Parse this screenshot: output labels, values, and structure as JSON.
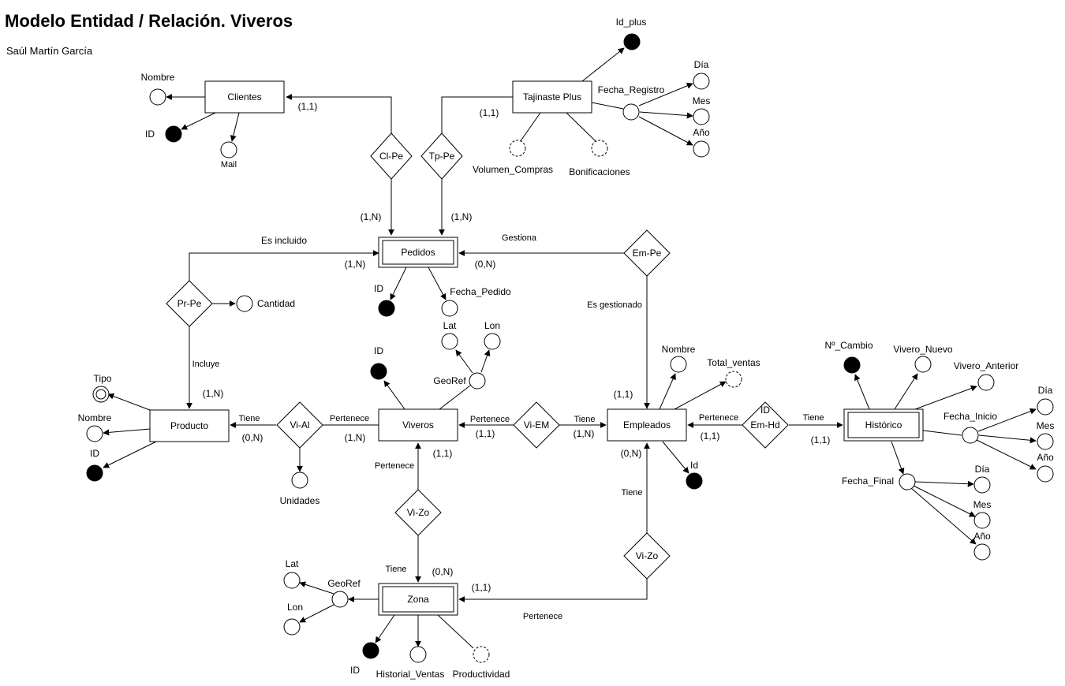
{
  "header": {
    "title": "Modelo Entidad / Relación. Viveros",
    "author": "Saúl Martín García"
  },
  "entities": {
    "clientes": "Clientes",
    "tajinaste": "Tajinaste Plus",
    "pedidos": "Pedidos",
    "producto": "Producto",
    "viveros": "Viveros",
    "empleados": "Empleados",
    "historico": "Histórico",
    "zona": "Zona"
  },
  "relationships": {
    "cl_pe": "Cl-Pe",
    "tp_pe": "Tp-Pe",
    "pr_pe": "Pr-Pe",
    "em_pe": "Em-Pe",
    "vi_al": "Vi-Al",
    "vi_em": "Vi-EM",
    "em_hd": "Em-Hd",
    "vi_zo_a": "Vi-Zo",
    "vi_zo_b": "Vi-Zo"
  },
  "attributes": {
    "clientes_nombre": "Nombre",
    "clientes_id": "ID",
    "clientes_mail": "Mail",
    "tp_id_plus": "Id_plus",
    "tp_fecha_registro": "Fecha_Registro",
    "tp_dia": "Día",
    "tp_mes": "Mes",
    "tp_anio": "Año",
    "tp_volumen": "Volumen_Compras",
    "tp_bonificaciones": "Bonificaciones",
    "pedidos_id": "ID",
    "pedidos_fecha": "Fecha_Pedido",
    "prpe_cantidad": "Cantidad",
    "producto_tipo": "Tipo",
    "producto_nombre": "Nombre",
    "producto_id": "ID",
    "vial_unidades": "Unidades",
    "viveros_id": "ID",
    "viveros_georef": "GeoRef",
    "viveros_lat": "Lat",
    "viveros_lon": "Lon",
    "emp_nombre": "Nombre",
    "emp_total_ventas": "Total_ventas",
    "emp_id": "Id",
    "emhd_id": "ID",
    "hist_ncambio": "Nº_Cambio",
    "hist_vivero_nuevo": "Vivero_Nuevo",
    "hist_vivero_anterior": "Vivero_Anterior",
    "hist_fecha_inicio": "Fecha_Inicio",
    "hist_fi_dia": "Día",
    "hist_fi_mes": "Mes",
    "hist_fi_anio": "Año",
    "hist_fecha_final": "Fecha_Final",
    "hist_ff_dia": "Día",
    "hist_ff_mes": "Mes",
    "hist_ff_anio": "Año",
    "zona_georef": "GeoRef",
    "zona_lat": "Lat",
    "zona_lon": "Lon",
    "zona_id": "ID",
    "zona_historial": "Historial_Ventas",
    "zona_productividad": "Productividad"
  },
  "labels": {
    "clpe_card_top": "(1,1)",
    "tp_card_top": "(1,1)",
    "clpe_card_bottom": "(1,N)",
    "tp_card_bottom": "(1,N)",
    "es_incluido": "Es incluido",
    "prpe_card_pedidos": "(1,N)",
    "gestiona": "Gestiona",
    "empe_card_pedidos": "(0,N)",
    "es_gestionado": "Es gestionado",
    "incluye": "Incluye",
    "prpe_card_producto": "(1,N)",
    "vial_tiene": "Tiene",
    "vial_card_producto": "(0,N)",
    "vial_pertenece": "Pertenece",
    "vial_card_viveros": "(1,N)",
    "viem_pertenece": "Pertenece",
    "viem_card_viveros": "(1,1)",
    "viem_tiene": "Tiene",
    "viem_card_empleados": "(1,N)",
    "empe_card_empleados": "(1,1)",
    "emhd_pertenece": "Pertenece",
    "emhd_card_empleados": "(1,1)",
    "emhd_tiene": "Tiene",
    "emhd_card_historico": "(1,1)",
    "vizo_a_card_viveros": "(1,1)",
    "vizo_a_pertenece": "Pertenece",
    "vizo_a_tiene": "Tiene",
    "vizo_a_card_zona": "(0,N)",
    "vizo_b_card_empleados": "(0,N)",
    "vizo_b_tiene": "Tiene",
    "vizo_b_card_zona": "(1,1)",
    "vizo_b_pertenece": "Pertenece"
  }
}
